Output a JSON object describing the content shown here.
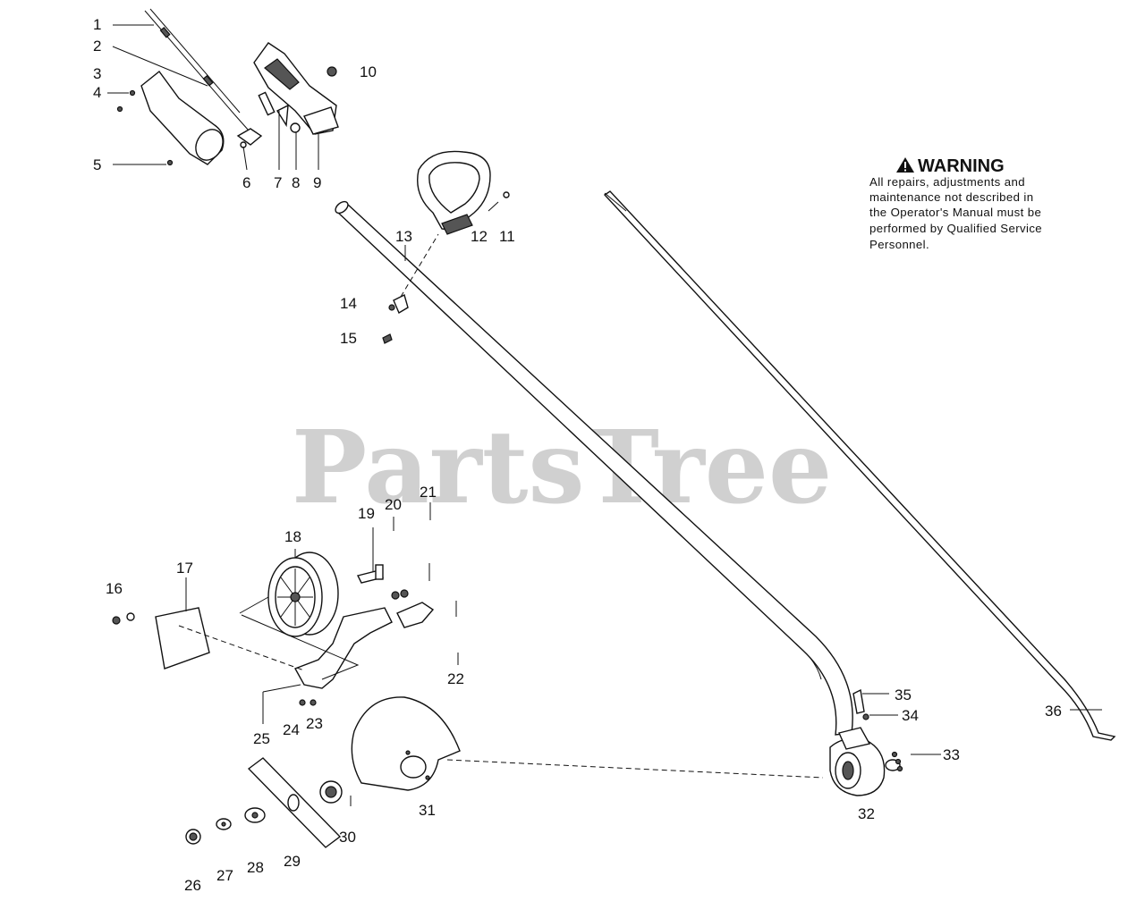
{
  "watermark": "PartsTree",
  "warning": {
    "icon": "warning-triangle-icon",
    "title": "WARNING",
    "lines": [
      "All repairs, adjustments and",
      "maintenance not described in",
      "the Operator's Manual must be",
      "performed by Qualified Service",
      "Personnel."
    ]
  },
  "callouts": [
    "1",
    "2",
    "3",
    "4",
    "5",
    "6",
    "7",
    "8",
    "9",
    "10",
    "11",
    "12",
    "13",
    "14",
    "15",
    "16",
    "17",
    "18",
    "19",
    "20",
    "21",
    "22",
    "23",
    "24",
    "25",
    "26",
    "27",
    "28",
    "29",
    "30",
    "31",
    "32",
    "33",
    "34",
    "35",
    "36"
  ]
}
